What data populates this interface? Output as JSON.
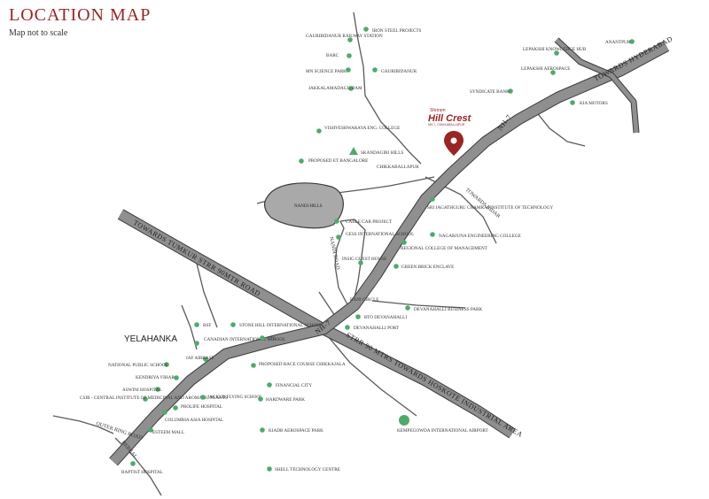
{
  "header": {
    "title": "LOCATION MAP",
    "subtitle": "Map not to scale"
  },
  "brand": {
    "name": "Hill Crest",
    "developer": "Shriram",
    "tagline": "NH-7, CHIKKABALLAPUR"
  },
  "colors": {
    "road_fill": "#8f8f8f",
    "road_edge": "#3c3c3c",
    "marker": "#4dab6a",
    "pin": "#9b2424",
    "title": "#9b2424",
    "hills_fill": "#a9a9a9"
  },
  "roads": {
    "tumkur": "TOWARDS TUMKUR STRR 90MTR ROAD",
    "hosur": "STRR 90 MTRS TOWARDS HOSKOTE INDUSTRIAL AREA",
    "hyderabad": "TOWARDS HYDERABAD",
    "nh7_north": "NH-7",
    "nh7_south": "NH-7",
    "bidar": "TOWARDS BIDAR",
    "nandi_road": "NANDI ROAD",
    "hebbal": "HEBBAL",
    "outer": "OUTER RING ROAD"
  },
  "areas": {
    "yelahanka": "YELAHANKA",
    "nandi_hills": "NANDI HILLS"
  },
  "landmarks": [
    {
      "id": "iron-steel",
      "label": "IRON STEEL PROJECTS"
    },
    {
      "id": "gauribidanur-station",
      "label": "GAURIBIDANUR RAILWAY STATION"
    },
    {
      "id": "barc",
      "label": "BARC"
    },
    {
      "id": "mn-science",
      "label": "MN SCIENCE PARK"
    },
    {
      "id": "gauribidanur",
      "label": "GAURIBIDANUR"
    },
    {
      "id": "jakkalamadagu",
      "label": "JAKKALAMADAGU DAM"
    },
    {
      "id": "lepakshi-hub",
      "label": "LEPAKSHI KNOWLEDGE HUB"
    },
    {
      "id": "anantpur",
      "label": "ANANTPUR"
    },
    {
      "id": "lepakshi-aero",
      "label": "LEPAKSHI AEROSPACE"
    },
    {
      "id": "syndicate",
      "label": "SYNDICATE BANK"
    },
    {
      "id": "kia",
      "label": "KIA MOTORS"
    },
    {
      "id": "vishveshwaraya",
      "label": "VISHVESHWARAYA ENG. COLLEGE"
    },
    {
      "id": "skandagiri",
      "label": "SKANDAGIRI HILLS"
    },
    {
      "id": "et-bangalore",
      "label": "PROPOSED ET BANGALORE"
    },
    {
      "id": "chikkaballapur",
      "label": "CHIKKABALLAPUR"
    },
    {
      "id": "chamraj",
      "label": "SRI JAGATHGURU CHAMRAJ INSTITUTE OF TECHNOLOGY"
    },
    {
      "id": "cable-car",
      "label": "CABLE CAR PROJECT"
    },
    {
      "id": "gess",
      "label": "GESS INTERNATIONAL SCHOOL"
    },
    {
      "id": "nagarjuna",
      "label": "NAGARJUNA ENGINEERING COLLEGE"
    },
    {
      "id": "regional",
      "label": "REGIONAL COLLEGE OF MANAGEMENT"
    },
    {
      "id": "guest-house",
      "label": "INSIG GUEST HOUSE"
    },
    {
      "id": "green-brick",
      "label": "GREEN BRICK ENCLAVE"
    },
    {
      "id": "rani",
      "label": "RANI CIRCLE"
    },
    {
      "id": "devanahalli-bp",
      "label": "DEVANAHALLI BUSINESS PARK"
    },
    {
      "id": "rto",
      "label": "RTO DEVANAHALLI"
    },
    {
      "id": "devanahalli-port",
      "label": "DEVANAHALLI PORT"
    },
    {
      "id": "bsf",
      "label": "BSF"
    },
    {
      "id": "stonehill",
      "label": "STONE HILL INTERNATIONAL SCHOOL"
    },
    {
      "id": "canadian",
      "label": "CANADIAN INTERNATIONAL SCHOOL"
    },
    {
      "id": "itc",
      "label": "ITC"
    },
    {
      "id": "iaf",
      "label": "IAF AIRBASE"
    },
    {
      "id": "nps",
      "label": "NATIONAL PUBLIC SCHOOL"
    },
    {
      "id": "race-course",
      "label": "PROPOSED RACE COURSE CHIKKAJALA"
    },
    {
      "id": "kendriya",
      "label": "KENDRIYA VIHAR"
    },
    {
      "id": "financial",
      "label": "FINANCIAL CITY"
    },
    {
      "id": "aswini",
      "label": "ASWINI HOSPITAL"
    },
    {
      "id": "csir",
      "label": "CSIR - CENTRAL INSTITUTE OF MEDICINAL AND AROMATIC PLANTS"
    },
    {
      "id": "jakkur",
      "label": "JAKKUR FLYING SCHOOL"
    },
    {
      "id": "hardware",
      "label": "HARDWARE PARK"
    },
    {
      "id": "prolife",
      "label": "PROLIFE HOSPITAL"
    },
    {
      "id": "columbia",
      "label": "COLUMBIA ASIA HOSPITAL"
    },
    {
      "id": "esteem",
      "label": "ESTEEM MALL"
    },
    {
      "id": "kiadb",
      "label": "KIADB AEROSPACE PARK"
    },
    {
      "id": "airport",
      "label": "KEMPEGOWDA INTERNATIONAL AIRPORT"
    },
    {
      "id": "baptist",
      "label": "BAPTIST HOSPITAL"
    },
    {
      "id": "shell",
      "label": "SHELL TECHNOLOGY CENTRE"
    }
  ]
}
